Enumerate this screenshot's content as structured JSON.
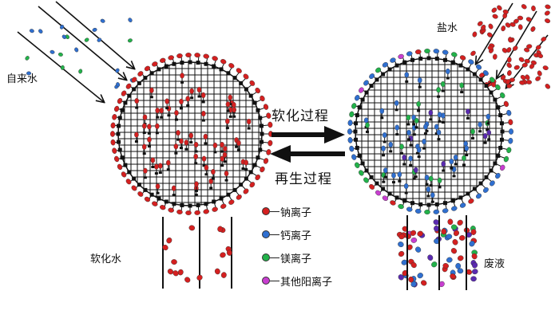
{
  "labels": {
    "tap_water": "自来水",
    "brine": "盐水",
    "softening": "软化过程",
    "regeneration": "再生过程",
    "soft_water": "软化水",
    "waste": "废液"
  },
  "legend": [
    {
      "label": "钠离子",
      "color": "#d42020"
    },
    {
      "label": "钙离子",
      "color": "#2f6fd0"
    },
    {
      "label": "镁离子",
      "color": "#22b24a"
    },
    {
      "label": "其他阳离子",
      "color": "#c83ed0"
    }
  ],
  "colors": {
    "sodium": "#d42020",
    "calcium": "#2f6fd0",
    "magnesium": "#22b24a",
    "other": "#c83ed0",
    "purple_dark": "#5a2ab0",
    "grid": "#111111"
  }
}
